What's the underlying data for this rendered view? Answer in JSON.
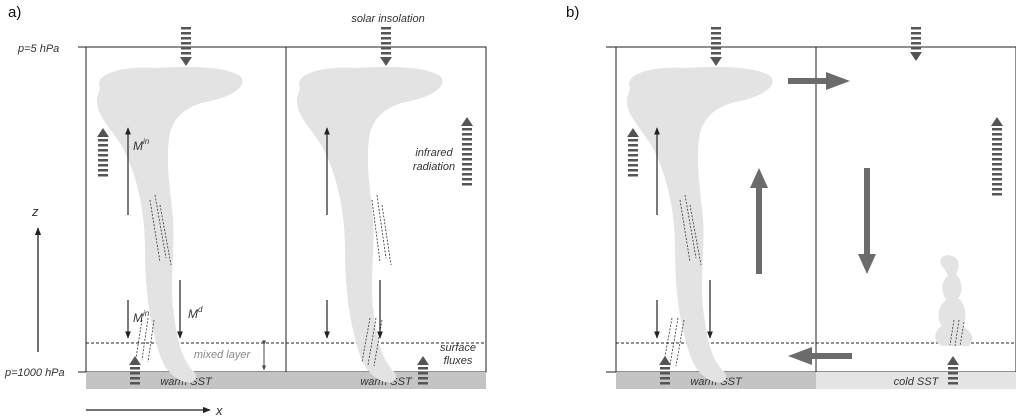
{
  "panels": {
    "a": "a)",
    "b": "b)"
  },
  "labels": {
    "p_top": "p=5 hPa",
    "p_bottom": "p=1000 hPa",
    "z_axis": "z",
    "x_axis": "x",
    "solar": "solar insolation",
    "infrared_line1": "infrared",
    "infrared_line2": "radiation",
    "m_in_upper": "M",
    "m_in_upper_sup": "in",
    "m_in_lower": "M",
    "m_in_lower_sup": "in",
    "m_d": "M",
    "m_d_sup": "d",
    "mixed_layer": "mixed layer",
    "surface_line1": "surface",
    "surface_line2": "fluxes",
    "sst_a1": "warm SST",
    "sst_a2": "warm SST",
    "sst_b1": "warm SST",
    "sst_b2": "cold SST"
  },
  "colors": {
    "cloud": "#e3e3e3",
    "warm_sst": "#c4c4c4",
    "cold_sst": "#e4e4e4",
    "circulation_arrow": "#6b6b6b",
    "dashed_arrow": "#555555",
    "line": "#222222"
  },
  "icons": [
    "solar-dashed-arrow-icon",
    "infrared-dashed-arrow-icon",
    "surface-flux-arrow-icon",
    "circulation-arrow-icon"
  ]
}
